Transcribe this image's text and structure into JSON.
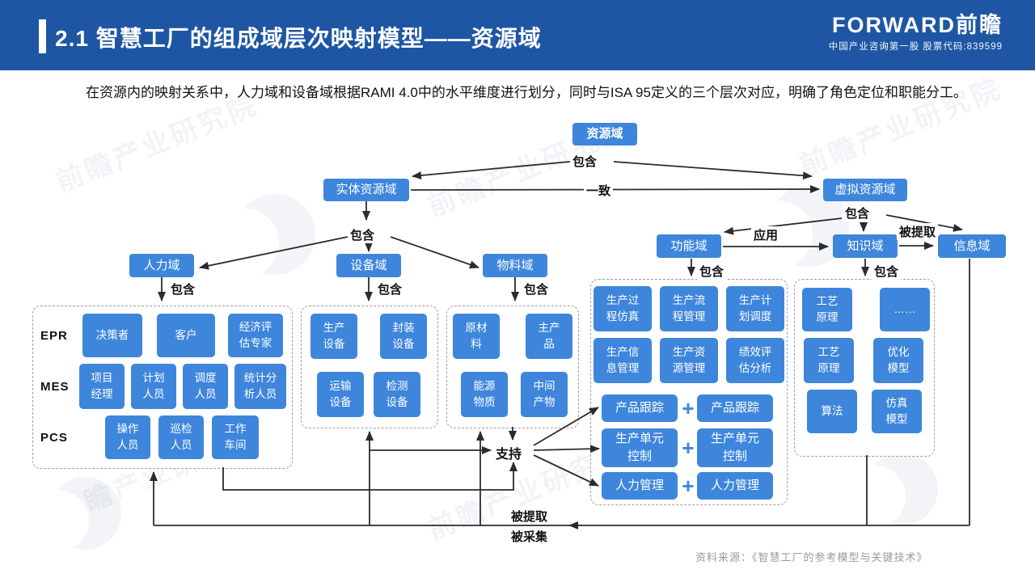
{
  "header": {
    "title": "2.1 智慧工厂的组成域层次映射模型——资源域",
    "logo": "FORWARD前瞻",
    "logo_sub": "中国产业咨询第一股 股票代码:839599"
  },
  "intro": "在资源内的映射关系中，人力域和设备域根据RAMI 4.0中的水平维度进行划分，同时与ISA 95定义的三个层次对应，明确了角色定位和职能分工。",
  "source": "资料来源：《智慧工厂的参考模型与关键技术》",
  "watermark": "前瞻产业研究院",
  "colors": {
    "header_bg": "#1E56A4",
    "node_blue": "#3E86DC",
    "arrow": "#2b2b2b"
  },
  "diagram": {
    "nodes": {
      "resource": "资源域",
      "physical": "实体资源域",
      "virtual": "虚拟资源域",
      "human": "人力域",
      "equipment": "设备域",
      "material": "物料域",
      "function": "功能域",
      "knowledge": "知识域",
      "information": "信息域"
    },
    "labels": {
      "contain": "包含",
      "consistent": "一致",
      "apply": "应用",
      "extracted": "被提取",
      "collected": "被采集",
      "support": "支持",
      "plus": "+"
    },
    "human_rows": [
      {
        "label": "EPR",
        "items": [
          "决策者",
          "客户",
          "经济评估专家"
        ]
      },
      {
        "label": "MES",
        "items": [
          "项目经理",
          "计划人员",
          "调度人员",
          "统计分析人员"
        ]
      },
      {
        "label": "PCS",
        "items": [
          "操作人员",
          "巡检人员",
          "工作车间"
        ]
      }
    ],
    "equipment_items": [
      "生产设备",
      "封装设备",
      "运输设备",
      "检测设备"
    ],
    "material_items": [
      "原材料",
      "主产品",
      "能源物质",
      "中间产物"
    ],
    "function_items": [
      "生产过程仿真",
      "生产流程管理",
      "生产计划调度",
      "生产信息管理",
      "生产资源管理",
      "绩效评估分析"
    ],
    "function_pairs": [
      {
        "left": "产品跟踪",
        "right": "产品跟踪"
      },
      {
        "left": "生产单元控制",
        "right": "生产单元控制"
      },
      {
        "left": "人力管理",
        "right": "人力管理"
      }
    ],
    "knowledge_items": [
      "工艺原理",
      "……",
      "工艺原理",
      "优化模型",
      "算法",
      "仿真模型"
    ]
  }
}
